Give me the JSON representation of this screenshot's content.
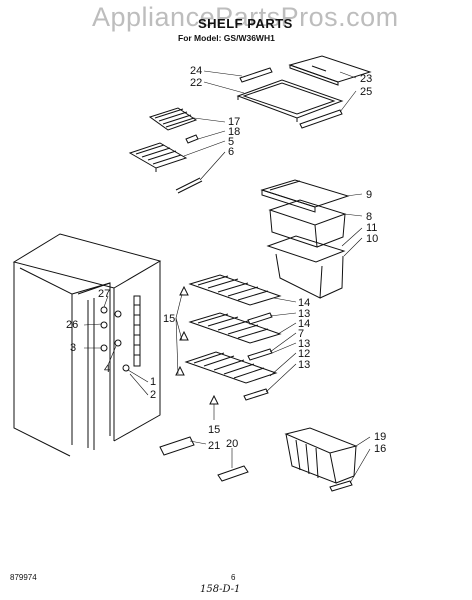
{
  "watermark": "AppliancePartsPros.com",
  "header": {
    "title": "SHELF PARTS",
    "subtitle": "For Model: GS/W36WH1"
  },
  "footer": {
    "code": "879974",
    "page": "6",
    "handwritten": "158-D-1"
  },
  "callouts": [
    "24",
    "22",
    "23",
    "25",
    "17",
    "18",
    "5",
    "6",
    "9",
    "8",
    "11",
    "10",
    "27",
    "26",
    "3",
    "4",
    "1",
    "2",
    "15",
    "14",
    "13",
    "14",
    "7",
    "13",
    "12",
    "13",
    "15",
    "21",
    "20",
    "19",
    "16"
  ]
}
